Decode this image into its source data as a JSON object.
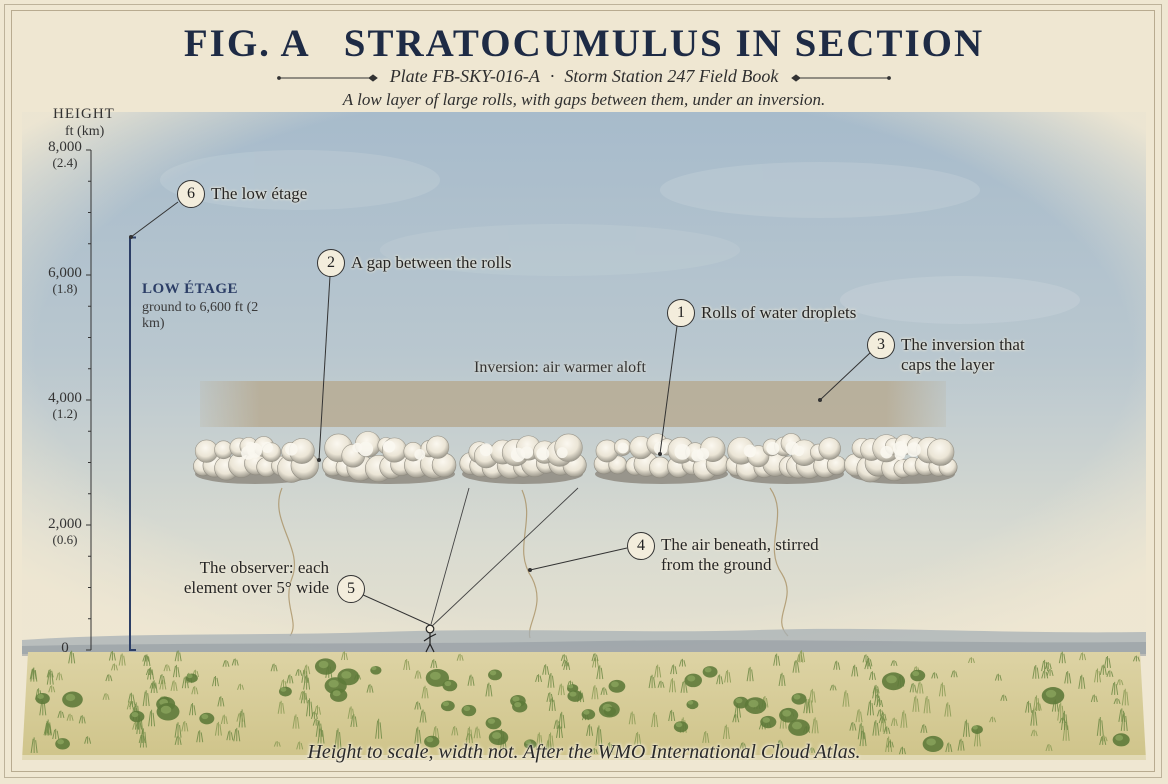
{
  "plate": {
    "title": "FIG. A   STRATOCUMULUS IN SECTION",
    "plate_id": "Plate FB-SKY-016-A",
    "station": "Storm Station 247 Field Book",
    "separator": "·",
    "caption": "A low layer of large rolls, with gaps between them, under an inversion.",
    "footer": "Height to scale, width not. After the WMO International Cloud Atlas."
  },
  "axis": {
    "heading": "HEIGHT",
    "unit": "ft (km)",
    "max_ft": 8000,
    "ticks": [
      {
        "ft": 0,
        "ft_label": "0",
        "km_label": ""
      },
      {
        "ft": 2000,
        "ft_label": "2,000",
        "km_label": "(0.6)"
      },
      {
        "ft": 4000,
        "ft_label": "4,000",
        "km_label": "(1.2)"
      },
      {
        "ft": 6000,
        "ft_label": "6,000",
        "km_label": "(1.8)"
      },
      {
        "ft": 8000,
        "ft_label": "8,000",
        "km_label": "(2.4)"
      }
    ]
  },
  "etage": {
    "title": "LOW ÉTAGE",
    "note": "ground to 6,600 ft (2 km)",
    "top_ft": 6600
  },
  "inversion": {
    "label": "Inversion: air warmer aloft"
  },
  "callouts": [
    {
      "number": "1",
      "text": "Rolls of water droplets"
    },
    {
      "number": "2",
      "text": "A gap between the rolls"
    },
    {
      "number": "3",
      "text": "The inversion that caps the layer"
    },
    {
      "number": "4",
      "text": "The air beneath, stirred from the ground"
    },
    {
      "number": "5",
      "text": "The observer: each element over 5° wide"
    },
    {
      "number": "6",
      "text": "The low étage"
    }
  ],
  "colors": {
    "sky_top": "#a9bccb",
    "sky_bottom": "#e4e0cf",
    "inversion_band": "#b7ab93",
    "cloud": "#f4efe3",
    "cloud_shade": "#8c8980",
    "ground": "#d8cd97",
    "grass": "#6f8a45",
    "ink_blue": "#2c3e66",
    "paper": "#efe7d2"
  }
}
